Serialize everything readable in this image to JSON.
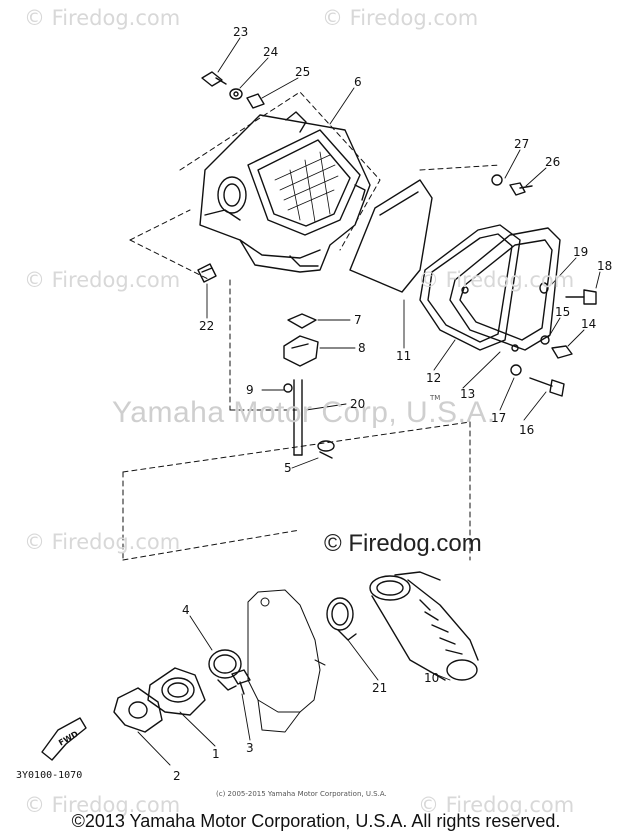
{
  "watermarks": {
    "site": "© Firedog.com",
    "center_site": "© Firedog.com",
    "brand": "Yamaha Motor Corp, U.S.A.",
    "tm": "TM"
  },
  "copyright_small": "(c) 2005-2015 Yamaha Motor Corporation, U.S.A.",
  "diagram_code": "3Y0100-1070",
  "fwd_label": "FWD",
  "footer": "©2013 Yamaha Motor Corporation, U.S.A. All rights reserved.",
  "callouts": [
    "1",
    "2",
    "3",
    "4",
    "5",
    "6",
    "7",
    "8",
    "9",
    "10",
    "11",
    "12",
    "13",
    "14",
    "15",
    "16",
    "17",
    "18",
    "19",
    "20",
    "21",
    "22",
    "23",
    "24",
    "25",
    "26",
    "27"
  ],
  "colors": {
    "line": "#111111",
    "watermark": "#d8d8d8"
  }
}
